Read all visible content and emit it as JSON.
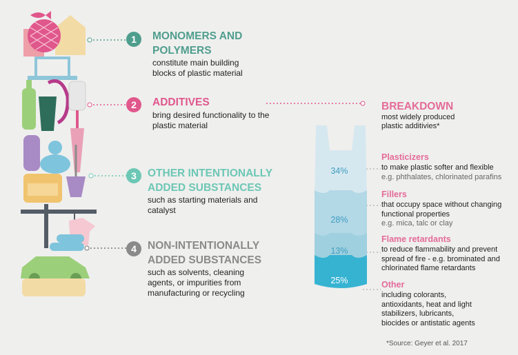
{
  "sections": [
    {
      "number": "1",
      "title_line1": "MONOMERS AND",
      "title_line2": "POLYMERS",
      "desc_line1": "constitute main building",
      "desc_line2": "blocks of plastic material",
      "color": "#4f9e8d"
    },
    {
      "number": "2",
      "title_line1": "ADDITIVES",
      "title_line2": "",
      "desc_line1": "bring desired functionality to the",
      "desc_line2": "plastic material",
      "color": "#e0578c"
    },
    {
      "number": "3",
      "title_line1": "OTHER INTENTIONALLY",
      "title_line2": "ADDED SUBSTANCES",
      "desc_line1": "such as starting materials and",
      "desc_line2": "catalyst",
      "color": "#6cc7b4"
    },
    {
      "number": "4",
      "title_line1": "NON-INTENTIONALLY",
      "title_line2": "ADDED SUBSTANCES",
      "desc_line1": "such as solvents, cleaning",
      "desc_line2": "agents, or impurities from",
      "desc_line3": "manufacturing or recycling",
      "color": "#8a8a8a"
    }
  ],
  "breakdown": {
    "title": "BREAKDOWN",
    "subtitle_line1": "most widely produced",
    "subtitle_line2": "plastic additivies*"
  },
  "categories": [
    {
      "name": "Plasticizers",
      "percent": "34%",
      "desc": [
        "to make plastic softer and flexible",
        "e.g. phthalates, chlorinated parafins"
      ]
    },
    {
      "name": "Fillers",
      "percent": "28%",
      "desc": [
        "that occupy space without changing",
        "functional properties",
        "e.g. mica, talc or clay"
      ]
    },
    {
      "name": "Flame retardants",
      "percent": "13%",
      "desc": [
        "to reduce flammability and prevent",
        "spread of fire - e.g. brominated and",
        "chlorinated flame retardants"
      ]
    },
    {
      "name": "Other",
      "percent": "25%",
      "desc": [
        "including colorants,",
        "antioxidants, heat and light",
        "stabilizers, lubricants,",
        "biocides or antistatic agents"
      ]
    }
  ],
  "source": "*Source:  Geyer et al. 2017",
  "colors": {
    "teal": "#4f9e8d",
    "pink": "#e0578c",
    "mint": "#6cc7b4",
    "grey": "#8a8a8a",
    "bag_light": "#d6e8ef",
    "bag_mid": "#b3d8e6",
    "bag_darker": "#9fd0df",
    "bag_cyan": "#37b3d2"
  }
}
